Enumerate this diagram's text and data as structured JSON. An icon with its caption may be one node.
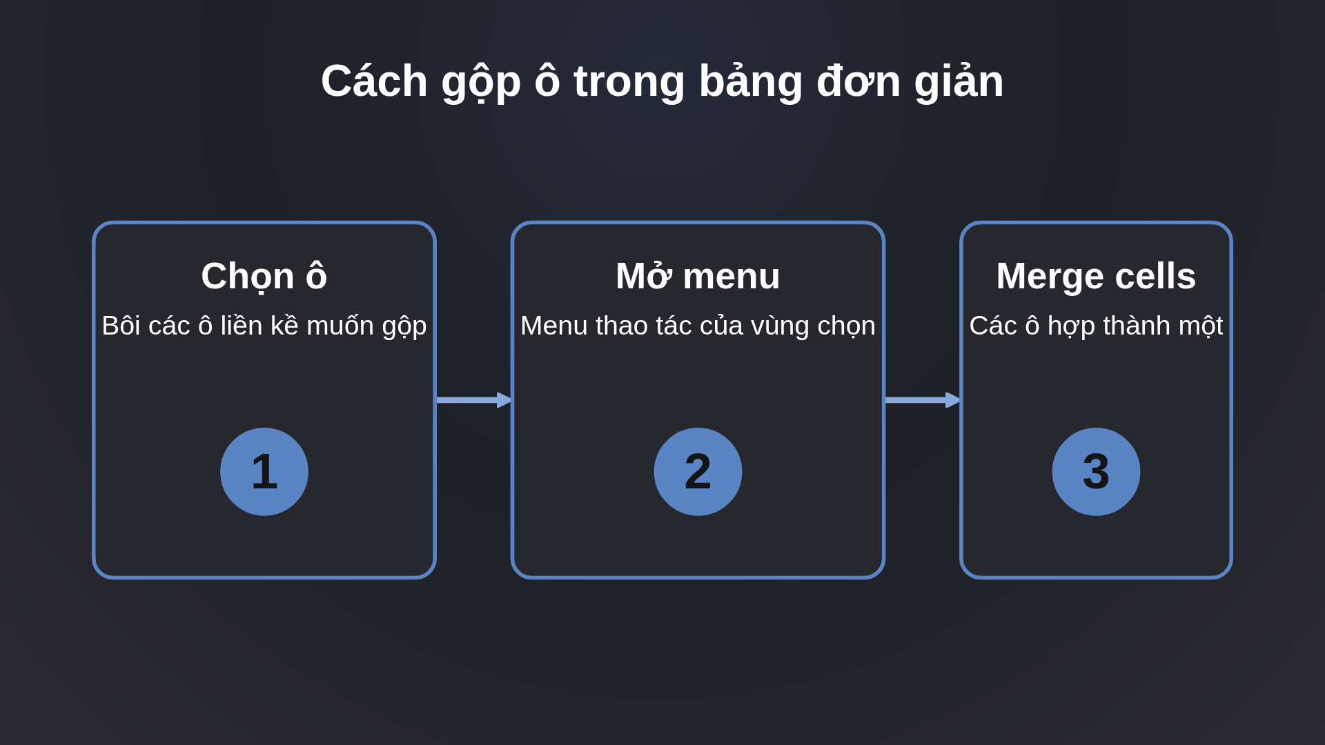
{
  "diagram": {
    "title": "Cách gộp ô trong bảng đơn giản",
    "nodes": [
      {
        "text": [
          "Chọn ô",
          "Bôi các ô liền kề muốn gộp"
        ]
      },
      {
        "text": [
          "1"
        ],
        "in": 0
      },
      {
        "text": [
          "Mở menu",
          "Menu thao tác của vùng chọn"
        ]
      },
      {
        "text": [
          "2"
        ],
        "in": 2
      },
      {
        "text": [
          "Merge cells",
          "Các ô hợp thành một"
        ]
      },
      {
        "text": [
          "3"
        ],
        "in": 4
      }
    ],
    "edges": [
      {
        "from": 0,
        "to": 2,
        "arrow": "to"
      },
      {
        "from": 2,
        "to": 4,
        "arrow": "to"
      }
    ]
  }
}
